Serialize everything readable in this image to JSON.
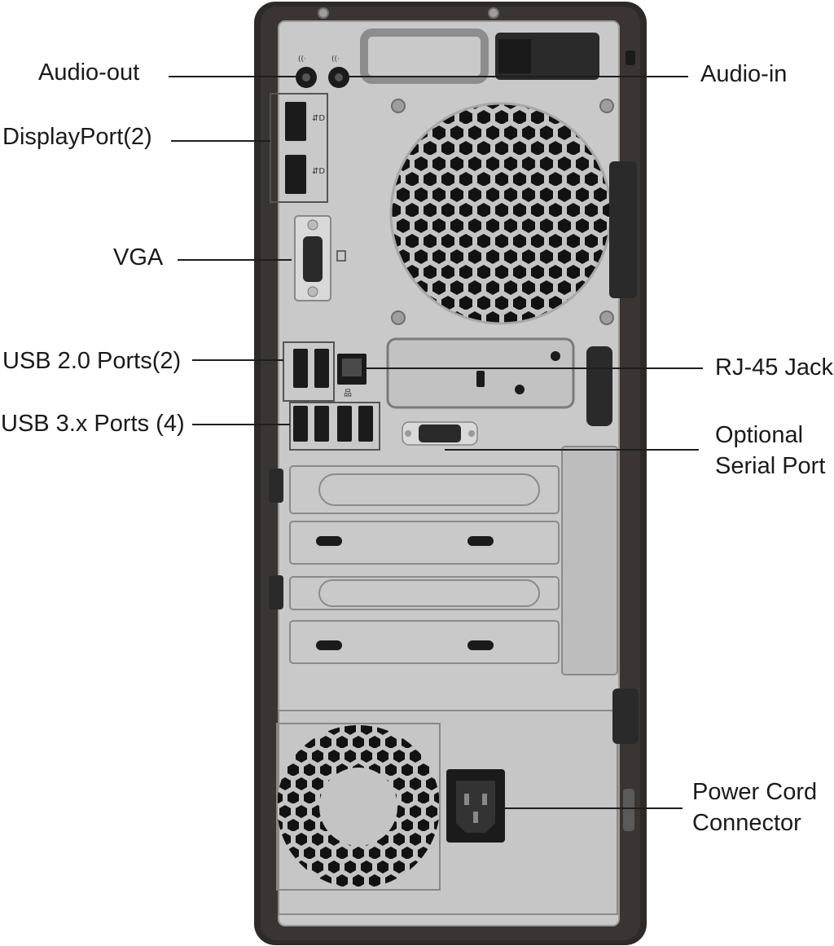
{
  "callouts": {
    "audio_out": "Audio-out",
    "audio_in": "Audio-in",
    "displayport": "DisplayPort(2)",
    "vga": "VGA",
    "usb2": "USB 2.0 Ports(2)",
    "usb3": "USB 3.x Ports (4)",
    "rj45": "RJ-45 Jack",
    "serial_line1": "Optional",
    "serial_line2": "Serial Port",
    "power_line1": "Power Cord",
    "power_line2": "Connector"
  },
  "colors": {
    "chassis_frame": "#2e2a27",
    "panel": "#c9c9c9",
    "port_black": "#1b1b1b",
    "label_text": "#1a1a1a"
  }
}
